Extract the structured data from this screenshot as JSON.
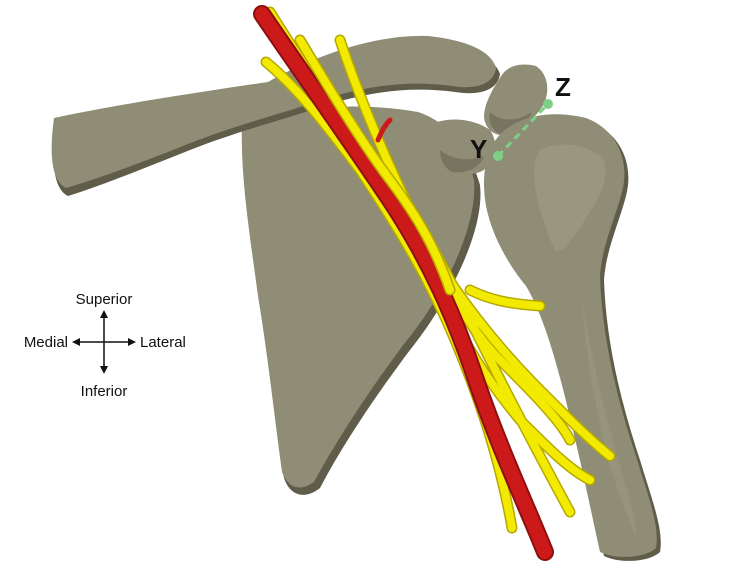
{
  "labels": {
    "point_y": "Y",
    "point_z": "Z"
  },
  "compass": {
    "superior": "Superior",
    "inferior": "Inferior",
    "medial": "Medial",
    "lateral": "Lateral"
  },
  "colors": {
    "bone": "#8f8d76",
    "bone_shadow": "#5f5c4a",
    "artery": "#cc1a1a",
    "nerve": "#f2ea00",
    "nerve_outline": "#b5a800",
    "marker": "#7fcf86"
  }
}
